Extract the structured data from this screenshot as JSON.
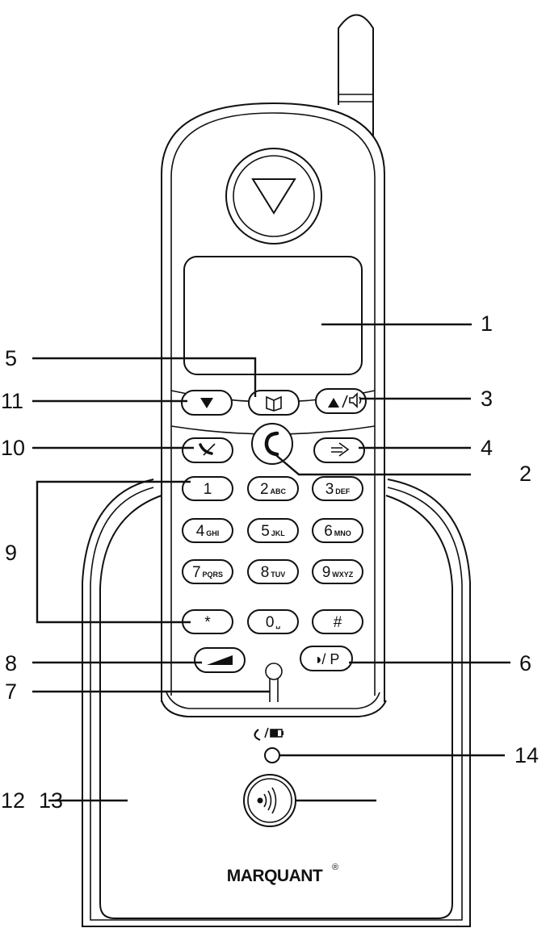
{
  "callouts": [
    "1",
    "2",
    "3",
    "4",
    "5",
    "6",
    "7",
    "8",
    "9",
    "10",
    "11",
    "12",
    "13",
    "14"
  ],
  "keypad": {
    "rows": [
      [
        {
          "d": "1",
          "l": ""
        },
        {
          "d": "2",
          "l": "ABC"
        },
        {
          "d": "3",
          "l": "DEF"
        }
      ],
      [
        {
          "d": "4",
          "l": "GHI"
        },
        {
          "d": "5",
          "l": "JKL"
        },
        {
          "d": "6",
          "l": "MNO"
        }
      ],
      [
        {
          "d": "7",
          "l": "PQRS"
        },
        {
          "d": "8",
          "l": "TUV"
        },
        {
          "d": "9",
          "l": "WXYZ"
        }
      ],
      [
        {
          "d": "*",
          "l": ""
        },
        {
          "d": "0",
          "l": "␣"
        },
        {
          "d": "#",
          "l": ""
        }
      ]
    ],
    "p_key": "◑/ P"
  },
  "brand": "MARQUANT",
  "brand_mark": "®",
  "icons": [
    "antenna-icon",
    "earpiece-icon",
    "phonebook-icon",
    "volume-icon",
    "menu-down-icon",
    "talk-icon",
    "mute-icon",
    "enter-icon",
    "redial-icon",
    "microphone-icon",
    "charge-led-icon",
    "page-button-icon"
  ]
}
